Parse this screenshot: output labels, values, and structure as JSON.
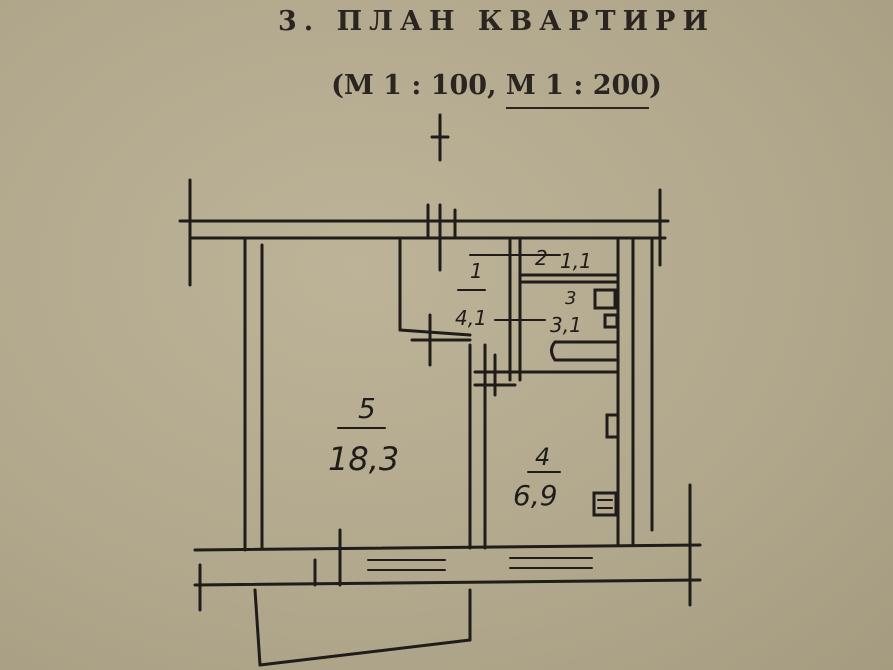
{
  "heading": {
    "title": "3. ПЛАН КВАРТИРИ",
    "scale_prefix": "(М 1 : 100, ",
    "scale_underlined": "М 1 : 200",
    "scale_suffix": ")"
  },
  "rooms": [
    {
      "number": "1",
      "area": "4,1"
    },
    {
      "number": "2",
      "area": "1,1"
    },
    {
      "number": "3",
      "area": "3,1"
    },
    {
      "number": "4",
      "area": "6,9"
    },
    {
      "number": "5",
      "area": "18,3"
    }
  ],
  "colors": {
    "paper": "#b3a98f",
    "ink": "#1f1c19"
  }
}
